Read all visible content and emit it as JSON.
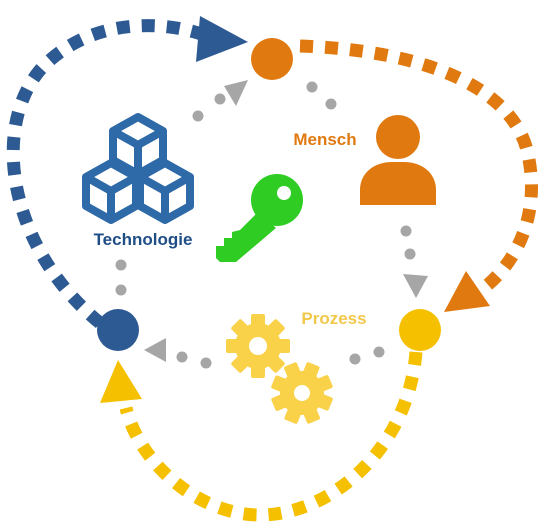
{
  "labels": {
    "mensch": "Mensch",
    "technologie": "Technologie",
    "prozess": "Prozess"
  },
  "colors": {
    "mensch": "#e07a10",
    "technologie": "#2d5a92",
    "prozess": "#f5c000",
    "prozess_label": "#f2c84b",
    "key": "#2fcc23",
    "gear": "#f9d24a",
    "connector_gray": "#a6a6a6",
    "cube_blue": "#2e69a8"
  },
  "icons": {
    "center": "key-icon",
    "mensch": "person-icon",
    "technologie": "cubes-icon",
    "prozess": "gears-icon"
  }
}
